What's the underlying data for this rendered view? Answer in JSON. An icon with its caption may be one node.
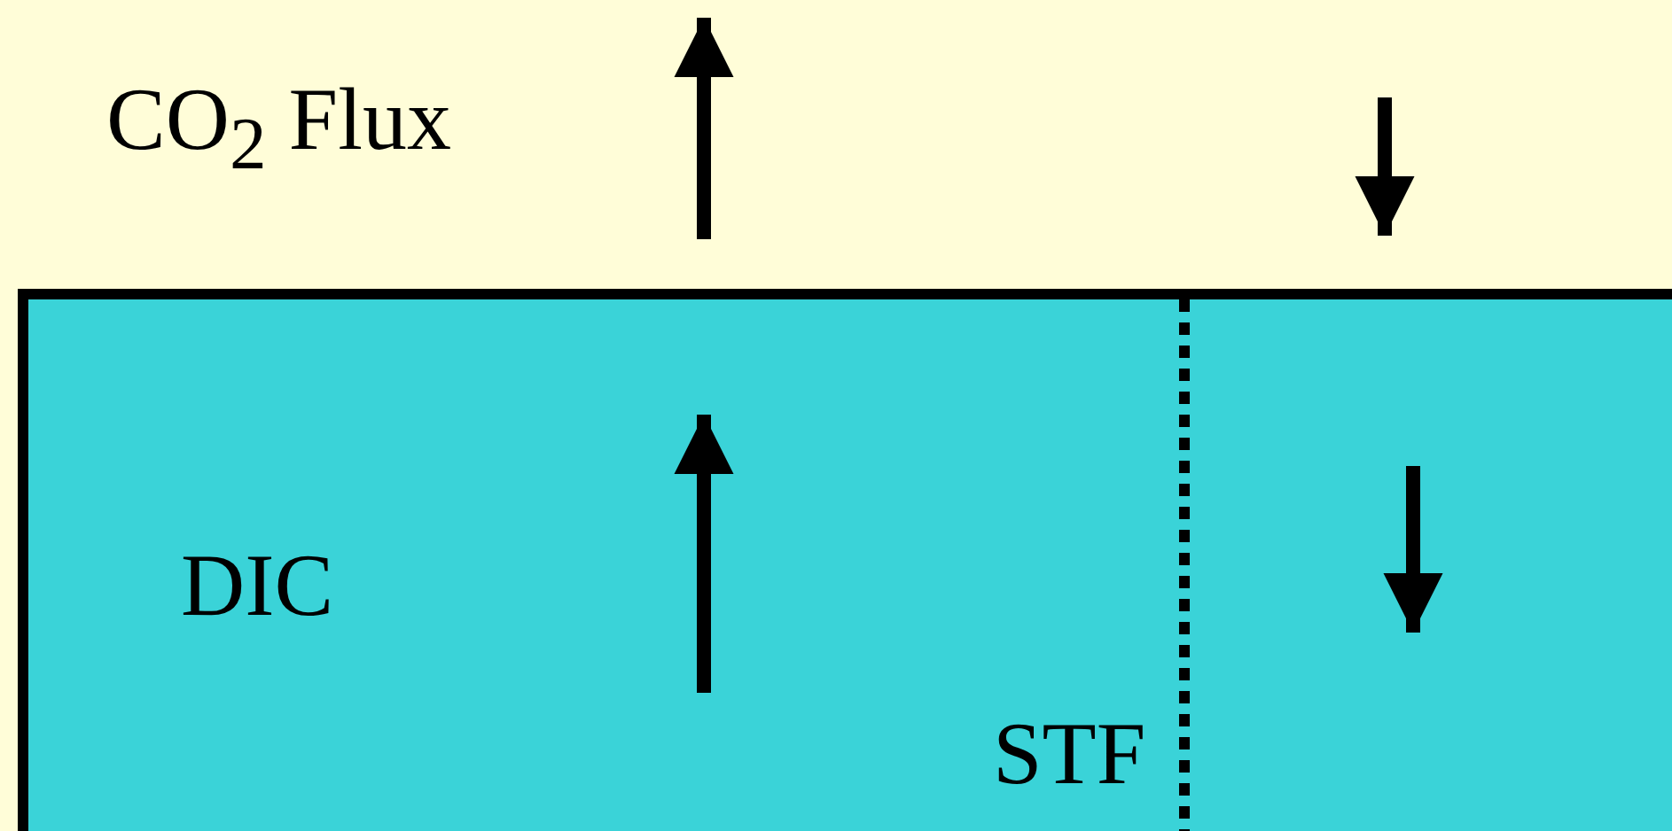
{
  "diagram": {
    "nodes": [
      {
        "text": [
          "DIC"
        ]
      }
    ],
    "labels": [
      "CO$_{2}$ Flux",
      "STF"
    ]
  }
}
